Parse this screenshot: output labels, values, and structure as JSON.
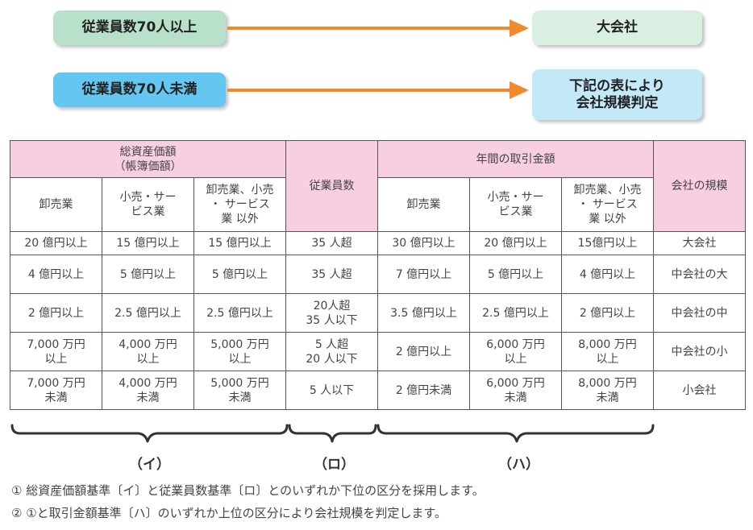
{
  "boxes": {
    "over70": "従業員数70人以上",
    "under70": "従業員数70人未満",
    "large": "大会社",
    "judge_line1": "下記の表により",
    "judge_line2": "会社規模判定"
  },
  "colors": {
    "arrow": "#f08a2c",
    "green_box": "#b8e1cb",
    "blue_box": "#64c7f1",
    "pink_header": "#f7cfe0"
  },
  "table": {
    "header": {
      "assets_line1": "総資産価額",
      "assets_line2": "（帳簿価額）",
      "employees": "従業員数",
      "trade": "年間の取引金額",
      "size": "会社の規模"
    },
    "sub_headers": {
      "a1": "卸売業",
      "a2_l1": "小売・サー",
      "a2_l2": "ビス業",
      "a3_l1": "卸売業、小売",
      "a3_l2": "・ サービス",
      "a3_l3": "業 以外",
      "t1": "卸売業",
      "t2_l1": "小売・サー",
      "t2_l2": "ビス業",
      "t3_l1": "卸売業、小売",
      "t3_l2": "・ サービス",
      "t3_l3": "業 以外"
    },
    "rows": [
      {
        "a1": "20 億円以上",
        "a2": "15 億円以上",
        "a3": "15 億円以上",
        "emp": "35 人超",
        "t1": "30 億円以上",
        "t2": "20 億円以上",
        "t3": "15億円以上",
        "size": "大会社"
      },
      {
        "a1": "4 億円以上",
        "a2": "5 億円以上",
        "a3": "5 億円以上",
        "emp": "35 人超",
        "t1": "7 億円以上",
        "t2": "5 億円以上",
        "t3": "4 億円以上",
        "size": "中会社の大"
      },
      {
        "a1": "2 億円以上",
        "a2": "2.5 億円以上",
        "a3": "2.5 億円以上",
        "emp_l1": "20人超",
        "emp_l2": "35 人以下",
        "t1": "3.5 億円以上",
        "t2": "2.5 億円以上",
        "t3": "2 億円以上",
        "size": "中会社の中"
      },
      {
        "a1_l1": "7,000 万円",
        "a1_l2": "以上",
        "a2_l1": "4,000 万円",
        "a2_l2": "以上",
        "a3_l1": "5,000 万円",
        "a3_l2": "以上",
        "emp_l1": "5 人超",
        "emp_l2": "20 人以下",
        "t1": "2 億円以上",
        "t2_l1": "6,000 万円",
        "t2_l2": "以上",
        "t3_l1": "8,000 万円",
        "t3_l2": "以上",
        "size": "中会社の小"
      },
      {
        "a1_l1": "7,000 万円",
        "a1_l2": "未満",
        "a2_l1": "4,000 万円",
        "a2_l2": "未満",
        "a3_l1": "5,000 万円",
        "a3_l2": "未満",
        "emp": "5 人以下",
        "t1": "2 億円未満",
        "t2_l1": "6,000 万円",
        "t2_l2": "未満",
        "t3_l1": "8,000 万円",
        "t3_l2": "未満",
        "size": "小会社"
      }
    ]
  },
  "brace_labels": {
    "i": "（イ）",
    "ro": "（ロ）",
    "ha": "（ハ）"
  },
  "notes": {
    "note1": "① 総資産価額基準〔イ〕と従業員数基準〔ロ〕とのいずれか下位の区分を採用します。",
    "note2": "② ①と取引金額基準〔ハ〕のいずれか上位の区分により会社規模を判定します。"
  }
}
